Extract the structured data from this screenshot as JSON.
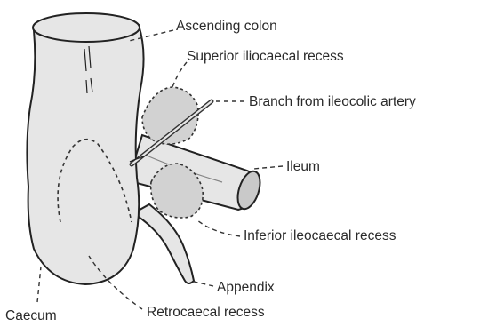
{
  "labels": {
    "ascending_colon": "Ascending colon",
    "superior_iliocaecal_recess": "Superior iliocaecal recess",
    "branch_from_ileocolic_artery": "Branch from ileocolic artery",
    "ileum": "Ileum",
    "inferior_ileocaecal_recess": "Inferior ileocaecal recess",
    "appendix": "Appendix",
    "retrocaecal_recess": "Retrocaecal recess",
    "caecum": "Caecum"
  }
}
